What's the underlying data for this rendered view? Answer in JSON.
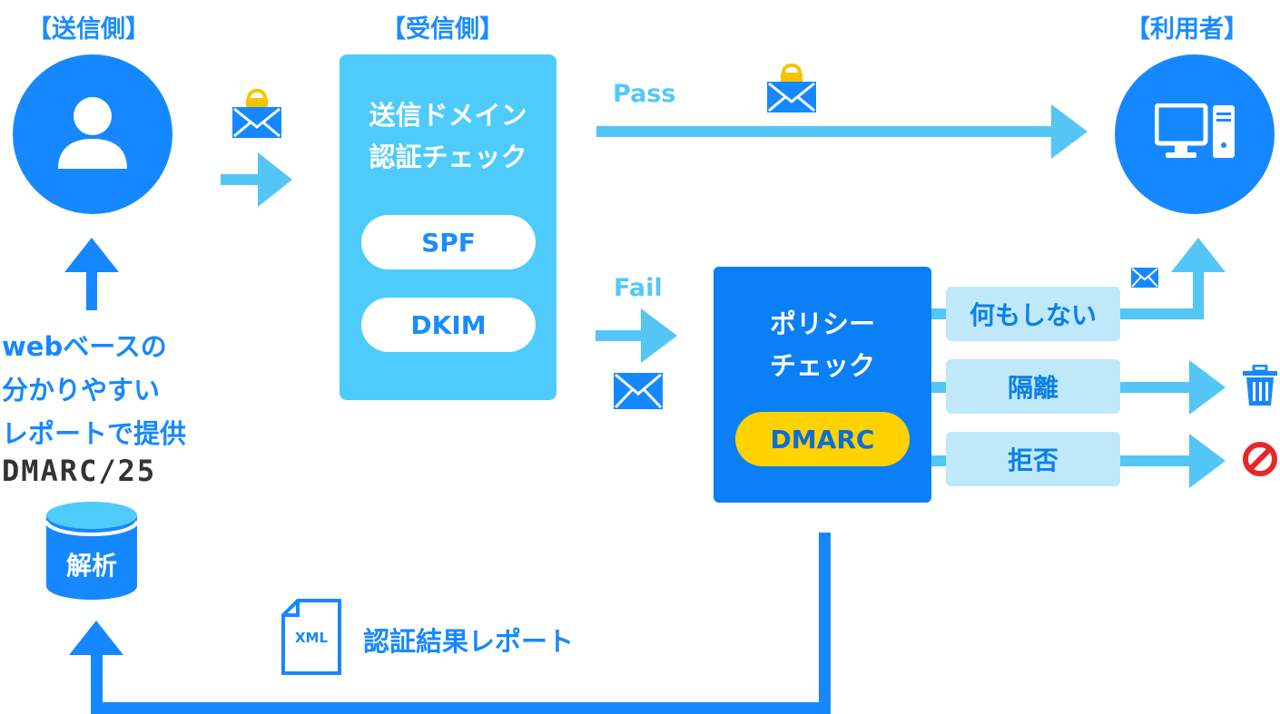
{
  "headers": {
    "sender": "【送信側】",
    "receiver": "【受信側】",
    "user": "【利用者】"
  },
  "auth_box": {
    "title_line1": "送信ドメイン",
    "title_line2": "認証チェック",
    "methods": [
      "SPF",
      "DKIM"
    ]
  },
  "flow_labels": {
    "pass": "Pass",
    "fail": "Fail"
  },
  "policy_box": {
    "title_line1": "ポリシー",
    "title_line2": "チェック",
    "badge": "DMARC"
  },
  "actions": [
    "何もしない",
    "隔離",
    "拒否"
  ],
  "report_service": {
    "line1": "webベースの",
    "line2": "分かりやすい",
    "line3": "レポートで提供",
    "logo_text": "DMARC/25"
  },
  "analysis": "解析",
  "xml_report": {
    "file_label": "XML",
    "caption": "認証結果レポート"
  },
  "icons": {
    "sender": "person-icon",
    "user": "computer-icon",
    "quarantine": "trash-icon",
    "reject": "no-entry-icon",
    "mail_locked": "locked-envelope-icon",
    "mail": "envelope-icon",
    "database": "database-icon",
    "file": "xml-file-icon"
  },
  "colors": {
    "primary_blue": "#1688ff",
    "light_blue": "#4ecbfb",
    "action_bg": "#bfe8fb",
    "dmarc_badge": "#ffd200",
    "reject_red": "#e8262a"
  }
}
